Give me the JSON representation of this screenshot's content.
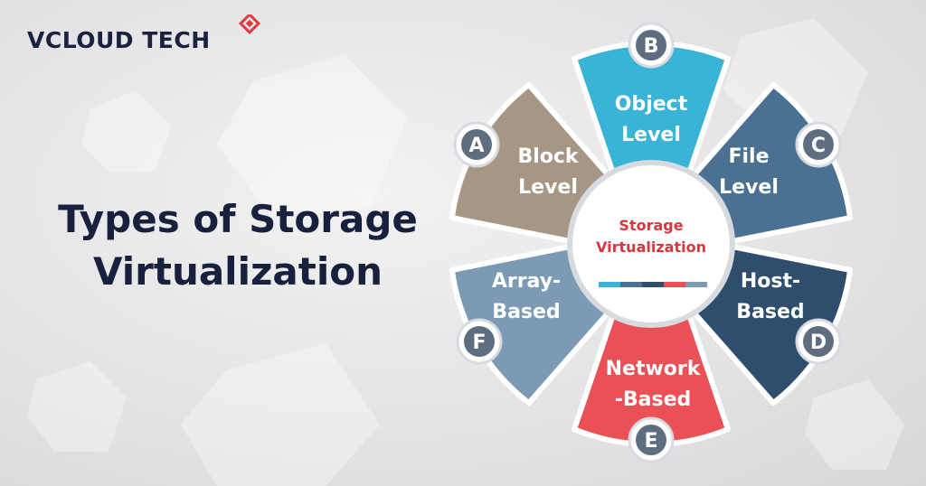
{
  "brand": {
    "name": "VCLOUD TECH"
  },
  "title": {
    "line1": "Types of Storage",
    "line2": "Virtualization"
  },
  "center": {
    "line1": "Storage",
    "line2": "Virtualization"
  },
  "segments": [
    {
      "letter": "A",
      "line1": "Block",
      "line2": "Level",
      "color": "#a69684"
    },
    {
      "letter": "B",
      "line1": "Object",
      "line2": "Level",
      "color": "#39b3d6"
    },
    {
      "letter": "C",
      "line1": "File",
      "line2": "Level",
      "color": "#4a7192"
    },
    {
      "letter": "D",
      "line1": "Host-",
      "line2": "Based",
      "color": "#2f4d6c"
    },
    {
      "letter": "E",
      "line1": "Network",
      "line2": "-Based",
      "color": "#ea5157"
    },
    {
      "letter": "F",
      "line1": "Array-",
      "line2": "Based",
      "color": "#7d9ab4"
    }
  ],
  "colors": {
    "title": "#17203d",
    "accent_red": "#d9363e",
    "badge": "#5e6e80"
  }
}
